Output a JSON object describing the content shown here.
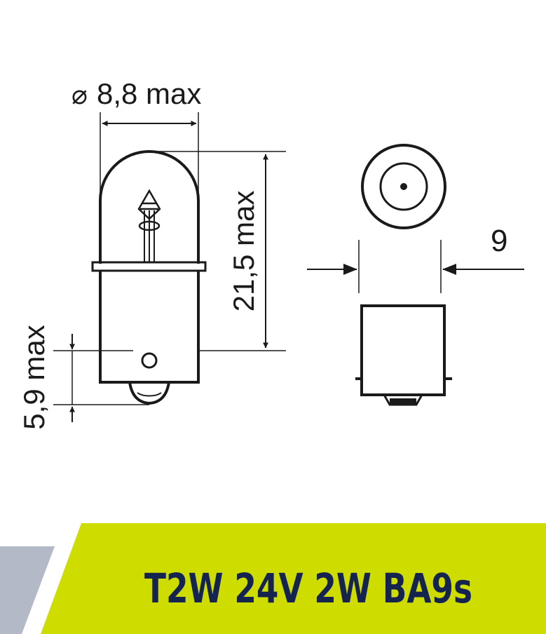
{
  "dimensions": {
    "diameter": "8,8 max",
    "height": "21,5 max",
    "base": "5,9 max",
    "width": "9"
  },
  "symbols": {
    "diameter_symbol": "⌀"
  },
  "banner": {
    "product": "T2W 24V 2W BA9s",
    "colors": {
      "accent": "#cfdc00",
      "gray": "#b4b9c8",
      "text": "#14244f"
    }
  },
  "drawing": {
    "line_color": "#1a1a1a"
  }
}
